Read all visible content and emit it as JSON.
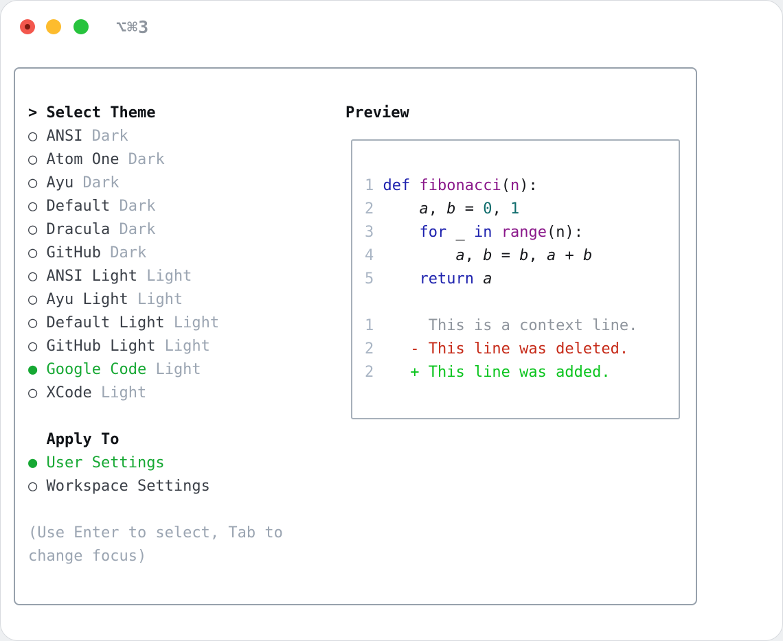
{
  "titlebar": {
    "title": "⌥⌘3"
  },
  "panel": {
    "theme_section": {
      "header_prefix": "> ",
      "header": "Select Theme",
      "items": [
        {
          "name": "ANSI",
          "variant": "Dark",
          "selected": false
        },
        {
          "name": "Atom One",
          "variant": "Dark",
          "selected": false
        },
        {
          "name": "Ayu",
          "variant": "Dark",
          "selected": false
        },
        {
          "name": "Default",
          "variant": "Dark",
          "selected": false
        },
        {
          "name": "Dracula",
          "variant": "Dark",
          "selected": false
        },
        {
          "name": "GitHub",
          "variant": "Dark",
          "selected": false
        },
        {
          "name": "ANSI Light",
          "variant": "Light",
          "selected": false
        },
        {
          "name": "Ayu Light",
          "variant": "Light",
          "selected": false
        },
        {
          "name": "Default Light",
          "variant": "Light",
          "selected": false
        },
        {
          "name": "GitHub Light",
          "variant": "Light",
          "selected": false
        },
        {
          "name": "Google Code",
          "variant": "Light",
          "selected": true
        },
        {
          "name": "XCode",
          "variant": "Light",
          "selected": false
        }
      ]
    },
    "apply_section": {
      "header": "Apply To",
      "items": [
        {
          "name": "User Settings",
          "selected": true
        },
        {
          "name": "Workspace Settings",
          "selected": false
        }
      ]
    },
    "hint": "(Use Enter to select, Tab to change focus)",
    "preview": {
      "header": "Preview",
      "code_lines": [
        {
          "num": "1",
          "tokens": [
            [
              "pl",
              " "
            ],
            [
              "kw",
              "def"
            ],
            [
              "pl",
              " "
            ],
            [
              "fn",
              "fibonacci"
            ],
            [
              "pl",
              "("
            ],
            [
              "fn",
              "n"
            ],
            [
              "pl",
              "):"
            ]
          ]
        },
        {
          "num": "2",
          "tokens": [
            [
              "pl",
              "     "
            ],
            [
              "vr",
              "a"
            ],
            [
              "pl",
              ", "
            ],
            [
              "vr",
              "b"
            ],
            [
              "pl",
              " = "
            ],
            [
              "nm",
              "0"
            ],
            [
              "pl",
              ", "
            ],
            [
              "nm",
              "1"
            ]
          ]
        },
        {
          "num": "3",
          "tokens": [
            [
              "pl",
              "     "
            ],
            [
              "kw",
              "for"
            ],
            [
              "pl",
              " _ "
            ],
            [
              "kw",
              "in"
            ],
            [
              "pl",
              " "
            ],
            [
              "fn",
              "range"
            ],
            [
              "pl",
              "(n):"
            ]
          ]
        },
        {
          "num": "4",
          "tokens": [
            [
              "pl",
              "         "
            ],
            [
              "vr",
              "a"
            ],
            [
              "pl",
              ", "
            ],
            [
              "vr",
              "b"
            ],
            [
              "pl",
              " = "
            ],
            [
              "vr",
              "b"
            ],
            [
              "pl",
              ", "
            ],
            [
              "vr",
              "a"
            ],
            [
              "pl",
              " + "
            ],
            [
              "vr",
              "b"
            ]
          ]
        },
        {
          "num": "5",
          "tokens": [
            [
              "pl",
              "     "
            ],
            [
              "kw",
              "return"
            ],
            [
              "pl",
              " "
            ],
            [
              "vr",
              "a"
            ]
          ]
        }
      ],
      "diff_lines": [
        {
          "num": "1",
          "kind": "ctx",
          "text": "      This is a context line."
        },
        {
          "num": "2",
          "kind": "del",
          "text": "    - This line was deleted."
        },
        {
          "num": "2",
          "kind": "add",
          "text": "    + This line was added."
        }
      ]
    }
  },
  "icons": {
    "radio_unselected": "○",
    "radio_selected": "●"
  },
  "colors": {
    "accent_green": "#16a833",
    "added_green": "#0bc41e",
    "deleted_red": "#c62a18",
    "keyword_blue": "#1e22ae",
    "function_purple": "#8a188a",
    "literal_teal": "#0f6c6c",
    "muted_gray": "#9ba5b2",
    "context_gray": "#8f959d",
    "line_number_gray": "#a9b5c4",
    "item_text": "#3a3f47",
    "heading_black": "#101317",
    "traffic_red": "#f3574d",
    "traffic_yellow": "#fdbc2e",
    "traffic_green": "#27c33d"
  }
}
